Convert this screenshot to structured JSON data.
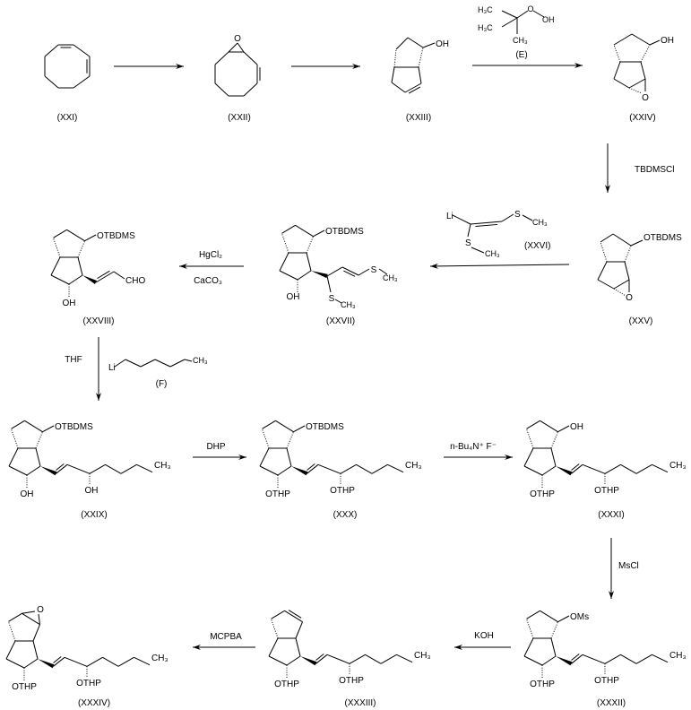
{
  "compounds": {
    "XXI": {
      "label": "(XXI)"
    },
    "XXII": {
      "label": "(XXII)",
      "epoxide_o": "O"
    },
    "XXIII": {
      "label": "(XXIII)",
      "sub": "OH"
    },
    "XXIV": {
      "label": "(XXIV)",
      "sub": "OH",
      "epoxide_o": "O"
    },
    "XXV": {
      "label": "(XXV)",
      "sub": "OTBDMS",
      "epoxide_o": "O"
    },
    "XXVII": {
      "label": "(XXVII)",
      "sub": "OTBDMS",
      "ring_oh": "OH",
      "s1": "S",
      "ch3_1": "CH₃",
      "s2": "S",
      "ch3_2": "CH₃"
    },
    "XXVIII": {
      "label": "(XXVIII)",
      "sub": "OTBDMS",
      "ring_oh": "OH",
      "cho": "CHO"
    },
    "XXIX": {
      "label": "(XXIX)",
      "sub": "OTBDMS",
      "ring_or": "OH",
      "chain_or": "OH",
      "ch3": "CH₃"
    },
    "XXX": {
      "label": "(XXX)",
      "sub": "OTBDMS",
      "ring_or": "OTHP",
      "chain_or": "OTHP",
      "ch3": "CH₃"
    },
    "XXXI": {
      "label": "(XXXI)",
      "sub": "OH",
      "ring_or": "OTHP",
      "chain_or": "OTHP",
      "ch3": "CH₃"
    },
    "XXXII": {
      "label": "(XXXII)",
      "sub": "OMs",
      "ring_or": "OTHP",
      "chain_or": "OTHP",
      "ch3": "CH₃"
    },
    "XXXIII": {
      "label": "(XXXIII)",
      "ring_or": "OTHP",
      "chain_or": "OTHP",
      "ch3": "CH₃"
    },
    "XXXIV": {
      "label": "(XXXIV)",
      "epoxide_o": "O",
      "ring_or": "OTHP",
      "chain_or": "OTHP",
      "ch3": "CH₃"
    }
  },
  "reagents": {
    "E": {
      "label": "(E)",
      "h3c_1": "H₃C",
      "h3c_2": "H₃C",
      "ch3": "CH₃",
      "o": "O",
      "oh": "OH"
    },
    "XXVI": {
      "label": "(XXVI)",
      "li": "Li",
      "s1": "S",
      "ch3_1": "CH₃",
      "s2": "S",
      "ch3_2": "CH₃"
    },
    "F": {
      "label": "(F)",
      "li": "Li",
      "ch3": "CH₃"
    }
  },
  "conditions": {
    "tbdmscl": "TBDMSCl",
    "hgcl2": "HgCl₂",
    "caco3": "CaCO₃",
    "thf": "THF",
    "dhp": "DHP",
    "tbaf": "n-Bu₄N⁺ F⁻",
    "mscl": "MsCl",
    "koh": "KOH",
    "mcpba": "MCPBA"
  }
}
